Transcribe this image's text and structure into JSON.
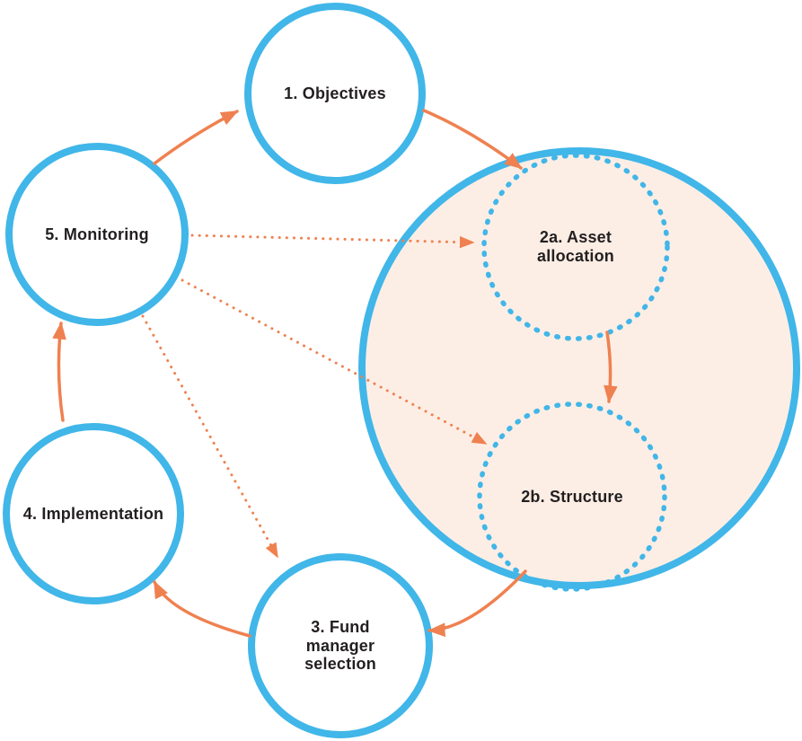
{
  "diagram": {
    "type": "cycle-diagram",
    "subject": "investment-process",
    "nodes": [
      {
        "id": "objectives",
        "label": "1. Objectives",
        "shape": "solid-circle",
        "highlighted": false
      },
      {
        "id": "asset-allocation",
        "label": "2a. Asset allocation",
        "shape": "dashed-circle",
        "highlighted": true
      },
      {
        "id": "structure",
        "label": "2b. Structure",
        "shape": "dashed-circle",
        "highlighted": true
      },
      {
        "id": "fund-manager-selection",
        "label": "3. Fund manager selection",
        "shape": "solid-circle",
        "highlighted": false
      },
      {
        "id": "implementation",
        "label": "4. Implementation",
        "shape": "solid-circle",
        "highlighted": false
      },
      {
        "id": "monitoring",
        "label": "5. Monitoring",
        "shape": "solid-circle",
        "highlighted": false
      }
    ],
    "edges": [
      {
        "from": "monitoring",
        "to": "objectives",
        "style": "solid"
      },
      {
        "from": "objectives",
        "to": "asset-allocation",
        "style": "solid"
      },
      {
        "from": "asset-allocation",
        "to": "structure",
        "style": "solid"
      },
      {
        "from": "structure",
        "to": "fund-manager-selection",
        "style": "solid"
      },
      {
        "from": "fund-manager-selection",
        "to": "implementation",
        "style": "solid"
      },
      {
        "from": "implementation",
        "to": "monitoring",
        "style": "solid"
      },
      {
        "from": "monitoring",
        "to": "asset-allocation",
        "style": "dotted"
      },
      {
        "from": "monitoring",
        "to": "structure",
        "style": "dotted"
      },
      {
        "from": "monitoring",
        "to": "fund-manager-selection",
        "style": "dotted"
      }
    ],
    "colors": {
      "node_border": "#41b6e8",
      "node_fill": "#ffffff",
      "stage2_fill": "#fdeee5",
      "arrow": "#ef8150",
      "text": "#231f20"
    }
  }
}
